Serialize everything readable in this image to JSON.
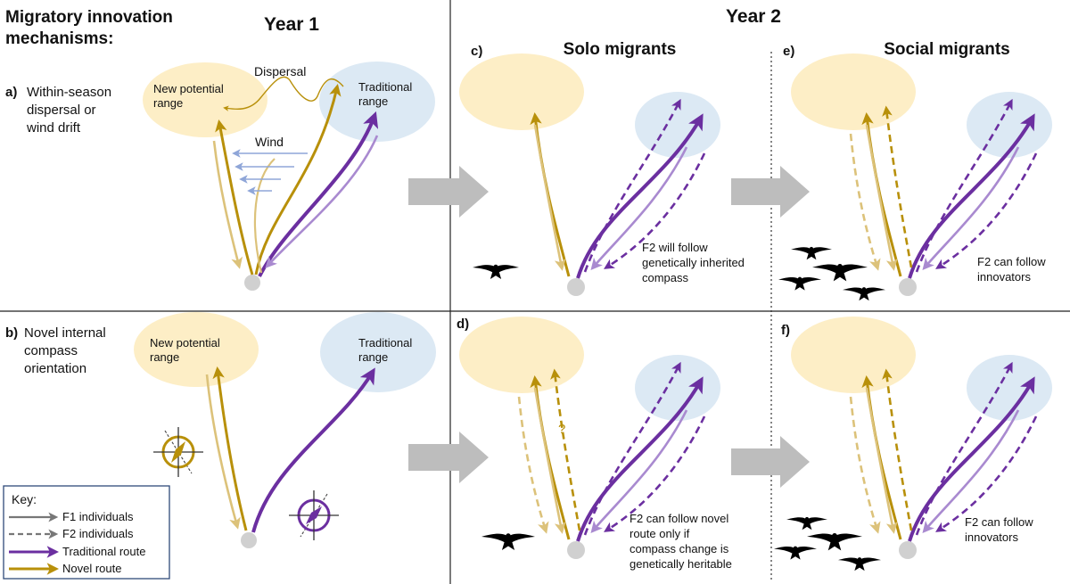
{
  "header": {
    "left_title_line1": "Migratory innovation",
    "left_title_line2": "mechanisms:",
    "year1": "Year 1",
    "year2": "Year 2"
  },
  "columns": {
    "solo": "Solo migrants",
    "social": "Social migrants"
  },
  "panel_a": {
    "letter": "a)",
    "desc_line1": "Within-season",
    "desc_line2": "dispersal or",
    "desc_line3": "wind drift",
    "new_range_line1": "New potential",
    "new_range_line2": "range",
    "trad_range_line1": "Traditional",
    "trad_range_line2": "range",
    "dispersal_label": "Dispersal",
    "wind_label": "Wind"
  },
  "panel_b": {
    "letter": "b)",
    "desc_line1": "Novel internal",
    "desc_line2": "compass",
    "desc_line3": "orientation",
    "new_range_line1": "New potential",
    "new_range_line2": "range",
    "trad_range_line1": "Traditional",
    "trad_range_line2": "range"
  },
  "panel_c": {
    "letter": "c)",
    "note_line1": "F2 will follow",
    "note_line2": "genetically inherited",
    "note_line3": "compass"
  },
  "panel_d": {
    "letter": "d)",
    "question": "?",
    "note_line1": "F2 can follow novel",
    "note_line2": "route only if",
    "note_line3": "compass change is",
    "note_line4": "genetically heritable"
  },
  "panel_e": {
    "letter": "e)",
    "note_line1": "F2 can follow",
    "note_line2": "innovators"
  },
  "panel_f": {
    "letter": "f)",
    "note_line1": "F2 can follow",
    "note_line2": "innovators"
  },
  "key": {
    "title": "Key:",
    "f1": "F1 individuals",
    "f2": "F2 individuals",
    "traditional": "Traditional route",
    "novel": "Novel route"
  },
  "colors": {
    "novel_route": "#b8900a",
    "novel_light": "#dcc27a",
    "traditional_route": "#6b2fa0",
    "traditional_light": "#a98ad0",
    "new_range_fill": "#fdeec6",
    "traditional_range_fill": "#dce9f4",
    "wind_arrow": "#8fa6d8",
    "transition_arrow": "#bdbdbd"
  }
}
